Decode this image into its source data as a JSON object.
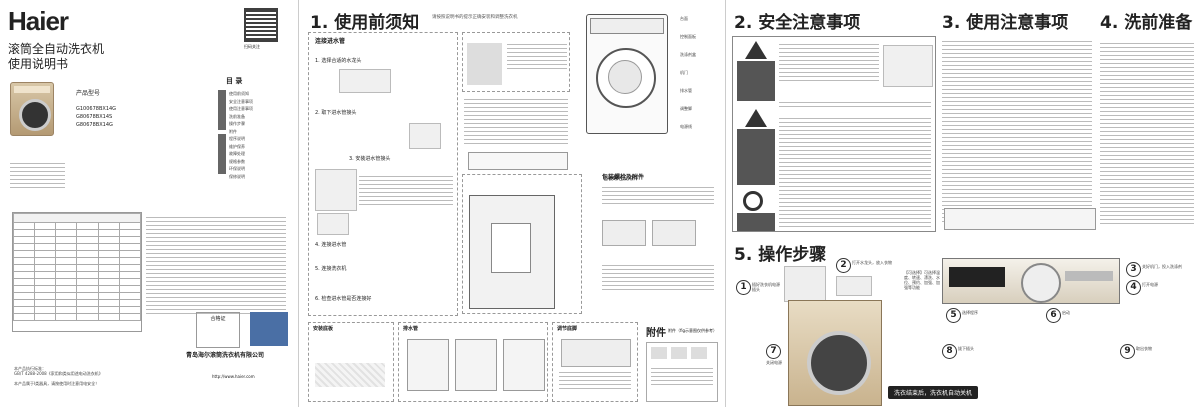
{
  "cover": {
    "brand": "Haier",
    "title_line1": "滚筒全自动洗衣机",
    "title_line2": "使用说明书",
    "product_model_label": "产品型号",
    "models": [
      "G100678BX14G",
      "G80678BX14S",
      "G80678BX14G"
    ],
    "toc_title": "目 录",
    "toc_items": [
      "使用前须知",
      "安全注意事项",
      "使用注意事项",
      "洗前准备",
      "操作步骤",
      "附件",
      "程序说明",
      "维护保养",
      "故障处理",
      "规格参数",
      "环保说明",
      "保修说明"
    ],
    "company": "青岛海尔滚筒洗衣机有限公司",
    "website": "http://www.haier.com",
    "qr_caption": "扫码关注",
    "cert_label": "合格证",
    "footer_left1": "本产品执行标准：",
    "footer_left2": "GB/T 4288-2008《家用和类似用途电动洗衣机》",
    "footer_left3": "本产品属于Ⅰ类器具，请按使用时注意用电安全！"
  },
  "sections": {
    "s1": "1. 使用前须知",
    "s1_sub": "请按照说明书的提示正确安装和调整洗衣机",
    "s2": "2. 安全注意事项",
    "s3": "3. 使用注意事项",
    "s4": "4. 洗前准备",
    "s5": "5. 操作步骤",
    "accessories": "附件"
  },
  "install_steps": [
    "连接进水管",
    "1. 选择合适的水龙头",
    "2. 取下进水管接头",
    "3. 安装进水管接头",
    "4. 连接进水管",
    "5. 连接洗衣机",
    "6. 检查进水管是否连接好"
  ],
  "machine_labels": [
    "台面",
    "控制面板",
    "洗涤剂盒",
    "机门",
    "排水管",
    "调整脚",
    "电源线"
  ],
  "boxes": {
    "install_removal": "包装螺栓及附件",
    "level": "安装底板",
    "drain": "排水管",
    "adjust": "调节底脚",
    "attach_note": "附件（fig示意图仅供参考）"
  },
  "op_steps": [
    {
      "n": "1",
      "text": "插好洗衣机电源插头"
    },
    {
      "n": "2",
      "text": "打开水龙头，放入衣物"
    },
    {
      "n": "3",
      "text": "关好机门，投入洗涤剂"
    },
    {
      "n": "4",
      "text": "打开电源"
    },
    {
      "n": "5",
      "text": "选择程序"
    },
    {
      "n": "6",
      "text": "启动"
    },
    {
      "n": "7",
      "text": "关闭电源"
    },
    {
      "n": "8",
      "text": "拔下插头"
    },
    {
      "n": "9",
      "text": "取出衣物"
    }
  ],
  "op_panel_hint": "【可选择】可选择温度、转速、漂洗、水位、预约、加强、加强等功能",
  "op_end_message": "洗衣结束后，洗衣机自动关机",
  "safety_box_title": "警告"
}
